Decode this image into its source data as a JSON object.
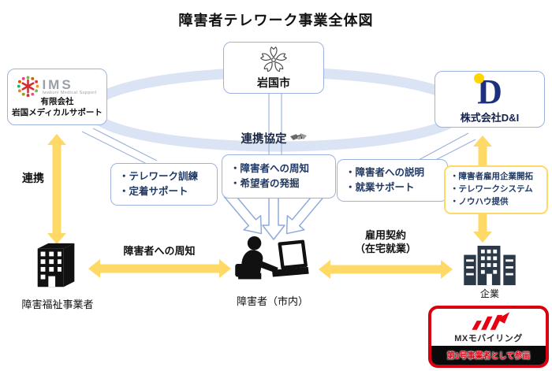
{
  "title": "障害者テレワーク事業全体図",
  "colors": {
    "ring_blue": "#dbe4f4",
    "box_border_blue": "#9db3dd",
    "arrow_yellow": "#ffd966",
    "navy_text": "#1f3864",
    "brand_red": "#e60012",
    "dandi_navy": "#1e2f7d",
    "dandi_yellow": "#ffd400"
  },
  "city_box": {
    "label": "岩国市"
  },
  "ims_box": {
    "logo": "IMS",
    "logo_sub": "Iwakuni Medical Support",
    "line1": "有限会社",
    "line2": "岩国メディカルサポート"
  },
  "dandi_box": {
    "logo_letter": "D",
    "label": "株式会社D&I"
  },
  "partnership": {
    "label": "連携協定"
  },
  "renkei": {
    "label": "連携"
  },
  "boxes": {
    "left": {
      "lines": [
        "・テレワーク訓練",
        "・定着サポート"
      ]
    },
    "center": {
      "lines": [
        "・障害者への周知",
        "・希望者の発掘"
      ]
    },
    "right": {
      "lines": [
        "・障害者への説明",
        "・就業サポート"
      ]
    },
    "far_right": {
      "lines": [
        "・障害者雇用企業開拓",
        "・テレワークシステム",
        "・ノウハウ提供"
      ]
    }
  },
  "bottom": {
    "welfare_label": "障害福祉事業者",
    "person_label": "障害者（市内）",
    "company_label": "企業",
    "notify_label": "障害者への周知",
    "contract_line1": "雇用契約",
    "contract_line2": "（在宅就業）"
  },
  "badge": {
    "brand": "MXモバイリング",
    "caption": "第1号事業者として参画"
  }
}
